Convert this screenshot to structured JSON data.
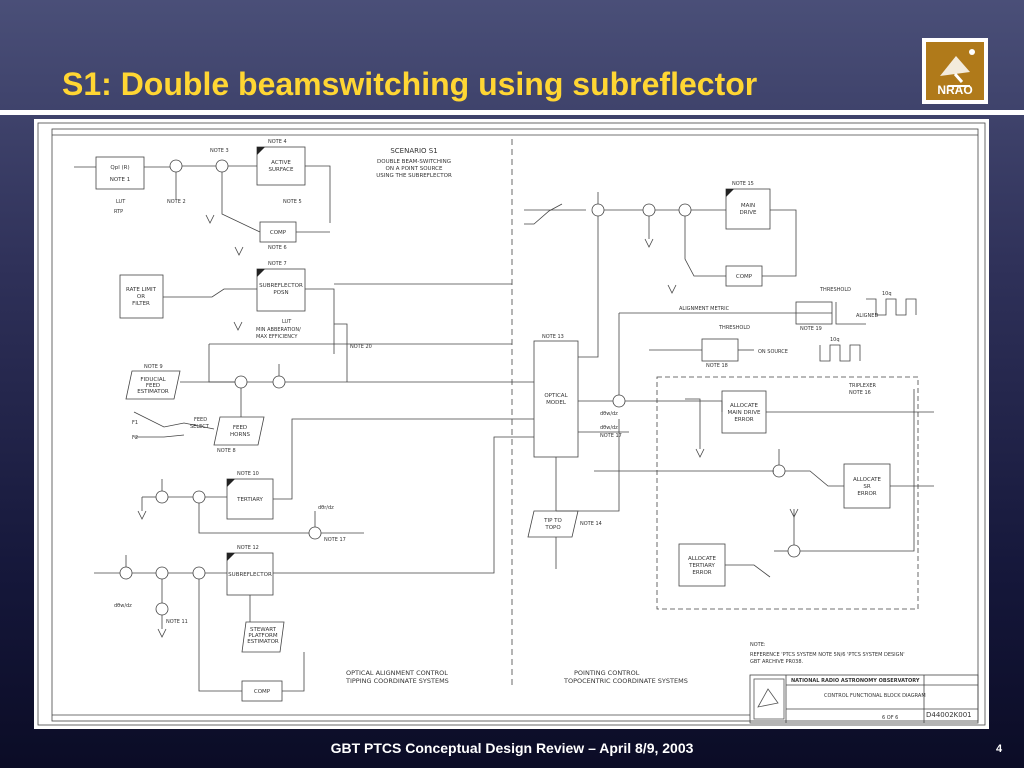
{
  "slide": {
    "title": "S1: Double beamswitching using subreflector",
    "footer": "GBT PTCS Conceptual Design  Review – April 8/9, 2003",
    "page_number": "4",
    "logo_text": "NRAO"
  },
  "diagram": {
    "scenario_title": "SCENARIO  S1",
    "scenario_desc": [
      "DOUBLE BEAM-SWITCHING",
      "ON A POINT SOURCE",
      "USING THE SUBREFLECTOR"
    ],
    "blocks": {
      "qpl": [
        "Qpl (R)",
        "NOTE 1"
      ],
      "active_surface": [
        "ACTIVE",
        "SURFACE"
      ],
      "comp1": "COMP",
      "subreflector_posn": [
        "SUBREFLECTOR",
        "POSN"
      ],
      "rate_limit": [
        "RATE LIMIT",
        "OR",
        "FILTER"
      ],
      "fiducial": [
        "FIDUCIAL",
        "FEED",
        "ESTIMATOR"
      ],
      "feed_horns": [
        "FEED",
        "HORNS"
      ],
      "tertiary": "TERTIARY",
      "subreflector": "SUBREFLECTOR",
      "stewart": [
        "STEWART",
        "PLATFORM",
        "ESTIMATOR"
      ],
      "comp_bottom": "COMP",
      "optical_model": [
        "OPTICAL",
        "MODEL"
      ],
      "tip_to_topo": [
        "TIP TO",
        "TOPO"
      ],
      "main_drive": [
        "MAIN",
        "DRIVE"
      ],
      "comp_right": "COMP",
      "allocate_main": [
        "ALLOCATE",
        "MAIN DRIVE",
        "ERROR"
      ],
      "allocate_sr": [
        "ALLOCATE",
        "SR",
        "ERROR"
      ],
      "allocate_tertiary": [
        "ALLOCATE",
        "TERTIARY",
        "ERROR"
      ]
    },
    "notes": {
      "note2": "NOTE  2",
      "note3": "NOTE  3",
      "note4": "NOTE  4",
      "note5": "NOTE  5",
      "note6": "NOTE  6",
      "note7": "NOTE  7",
      "note8": "NOTE  8",
      "note9": "NOTE  9",
      "note10": "NOTE  10",
      "note11": "NOTE  11",
      "note12": "NOTE  12",
      "note13": "NOTE  13",
      "note14": "NOTE  14",
      "note15": "NOTE  15",
      "note16": "NOTE  16",
      "note17": "NOTE  17",
      "note17b": "NOTE  17",
      "note18": "NOTE  18",
      "note19": "NOTE  19",
      "note20": "NOTE  20"
    },
    "labels": {
      "lut": "LUT",
      "rtp": "RTP",
      "lut2": "LUT",
      "min_aberration": [
        "MIN  ABBERATION/",
        "MAX  EFFICIENCY"
      ],
      "feed_select": [
        "FEED",
        "SELECT"
      ],
      "f1": "F1",
      "f2": "F2",
      "alignment_metric": "ALIGNMENT  METRIC",
      "threshold1": "THRESHOLD",
      "threshold2": "THRESHOLD",
      "aligned": "ALIGNED",
      "on_source": "ON  SOURCE",
      "triplexer": [
        "TRIPLEXER",
        "NOTE  16"
      ],
      "tenq1": "10q",
      "tenq2": "10q",
      "dadx": "dθr/dz",
      "dadx2": "dθw/dz",
      "dadx3": "dθw/dz",
      "dadx4": "dθw/dz",
      "optical_alignment": [
        "OPTICAL  ALIGNMENT  CONTROL",
        "TIPPING  COORDINATE  SYSTEMS"
      ],
      "pointing_control": [
        "POINTING  CONTROL",
        "TOPOCENTRIC  COORDINATE  SYSTEMS"
      ],
      "note_header": "NOTE:",
      "reference": [
        "REFERENCE  'PTCS  SYSTEM  NOTE  5N/6  'PTCS  SYSTEM  DESIGN'",
        "GBT  ARCHIVE  PR038."
      ]
    },
    "title_block": {
      "org": "NATIONAL  RADIO  ASTRONOMY  OBSERVATORY",
      "drawing_title": "CONTROL  FUNCTIONAL  BLOCK  DIAGRAM",
      "drawing_number": "D44002K001",
      "sheet": "6  OF  6"
    }
  }
}
